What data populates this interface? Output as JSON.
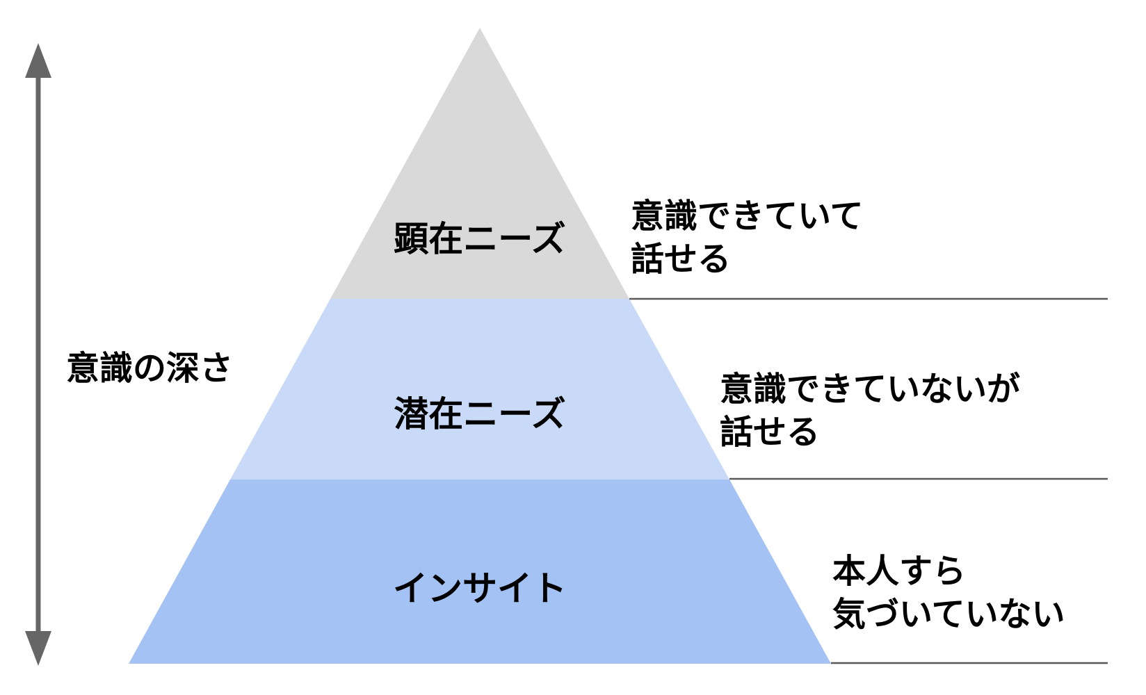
{
  "diagram": {
    "title_hint": "needs-depth-pyramid",
    "axis_label": "意識の深さ",
    "levels": [
      {
        "id": "explicit-needs",
        "label": "顕在ニーズ",
        "color": "#d9d9d9",
        "annotation_line1": "意識できていて",
        "annotation_line2": "話せる"
      },
      {
        "id": "latent-needs",
        "label": "潜在ニーズ",
        "color": "#c9daf8",
        "annotation_line1": "意識できていないが",
        "annotation_line2": "話せる"
      },
      {
        "id": "insight",
        "label": "インサイト",
        "color": "#a4c2f4",
        "annotation_line1": "本人すら",
        "annotation_line2": "気づいていない"
      }
    ],
    "colors": {
      "divider": "#595959",
      "arrow": "#666666",
      "text": "#000000",
      "background": "#ffffff"
    }
  }
}
